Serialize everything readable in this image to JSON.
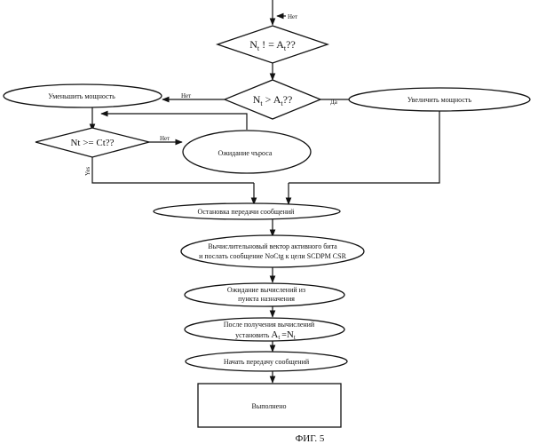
{
  "diagram": {
    "decisions": {
      "d1": {
        "n": "N",
        "n_sub": "t",
        "op": " ! = ",
        "a": "A",
        "a_sub": "t",
        "tail": "??"
      },
      "d2": {
        "n": "N",
        "n_sub": "t",
        "op": " > ",
        "a": "A",
        "a_sub": "t",
        "tail": "??"
      },
      "d3": {
        "text": "Nt >= Ct??"
      }
    },
    "edge_labels": {
      "no_top": "Нет",
      "no_left": "Нет",
      "yes_right": "Да",
      "no_d3": "Нет",
      "yes_d3": "Yes"
    },
    "processes": {
      "decrease_power": "Уменьшить мощность",
      "increase_power": "Увеличить мощность",
      "wait_poll": "Ожидание чъроса",
      "stop_transfer": "Остановка передачи сообщений",
      "compute_vector_line1": "Вычислительновый вектор активного бита",
      "compute_vector_line2": "и послать сообщение NoCtg к цели SCDPM CSR",
      "wait_computation_line1": "Ожидание вычислений из",
      "wait_computation_line2": "пункта назначения",
      "after_receive_line1": "После получения вычислений",
      "after_receive_line2_prefix": "установить",
      "after_receive_a": "A",
      "after_receive_a_sub": "t",
      "after_receive_eq": "=",
      "after_receive_n": "N",
      "after_receive_n_sub": "t",
      "start_transfer": "Начать передачу сообщений",
      "done": "Выполнено"
    },
    "caption": "ФИГ. 5"
  }
}
